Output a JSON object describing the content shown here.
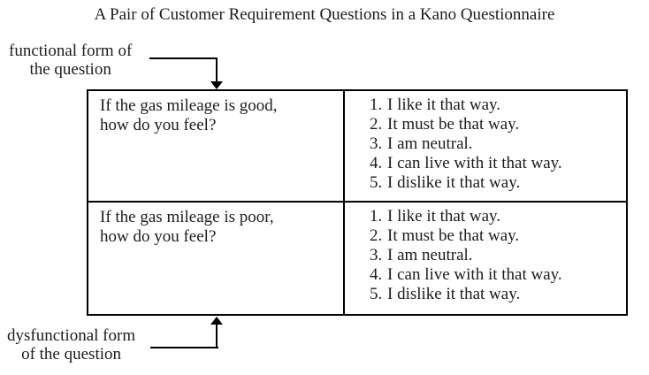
{
  "title": "A Pair of Customer Requirement Questions in a Kano Questionnaire",
  "labels": {
    "functional": {
      "line1": "functional form of",
      "line2": "the question"
    },
    "dysfunctional": {
      "line1": "dysfunctional form",
      "line2": "of the question"
    }
  },
  "table": {
    "rows": [
      {
        "question_line1": "If the gas mileage is good,",
        "question_line2": "how do you feel?",
        "options": [
          {
            "num": "1.",
            "text": "I like it that way."
          },
          {
            "num": "2.",
            "text": "It must be that way."
          },
          {
            "num": "3.",
            "text": "I am neutral."
          },
          {
            "num": "4.",
            "text": "I can live with it that way."
          },
          {
            "num": "5.",
            "text": "I dislike it that way."
          }
        ]
      },
      {
        "question_line1": "If the gas mileage is poor,",
        "question_line2": "how do you feel?",
        "options": [
          {
            "num": "1.",
            "text": "I like it that way."
          },
          {
            "num": "2.",
            "text": "It must be that way."
          },
          {
            "num": "3.",
            "text": "I am neutral."
          },
          {
            "num": "4.",
            "text": "I can live with it that way."
          },
          {
            "num": "5.",
            "text": "I dislike it that way."
          }
        ]
      }
    ]
  },
  "colors": {
    "text": "#1c1c1c",
    "border": "#000000",
    "background": "#ffffff"
  }
}
